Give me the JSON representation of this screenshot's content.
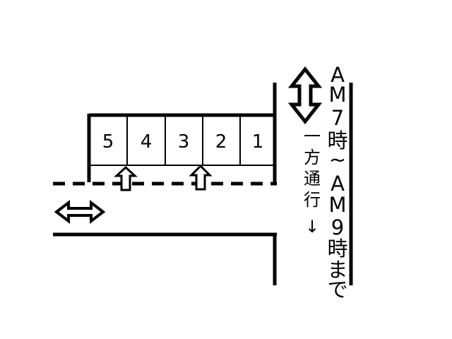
{
  "parking": {
    "slots": [
      "5",
      "4",
      "3",
      "2",
      "1"
    ]
  },
  "notice": {
    "hours": [
      "A",
      "M",
      "7",
      "時",
      "~",
      "A",
      "M",
      "9",
      "時",
      "ま",
      "で"
    ],
    "one_way": [
      "一",
      "方",
      "通",
      "行"
    ],
    "one_way_arrow": "↓"
  },
  "colors": {
    "line": "#000000",
    "background": "#ffffff"
  },
  "icons": {
    "vertical_arrow": "double-headed-vertical-arrow-icon",
    "horizontal_arrow": "double-headed-horizontal-arrow-icon",
    "entry_arrow": "up-arrow-icon"
  }
}
